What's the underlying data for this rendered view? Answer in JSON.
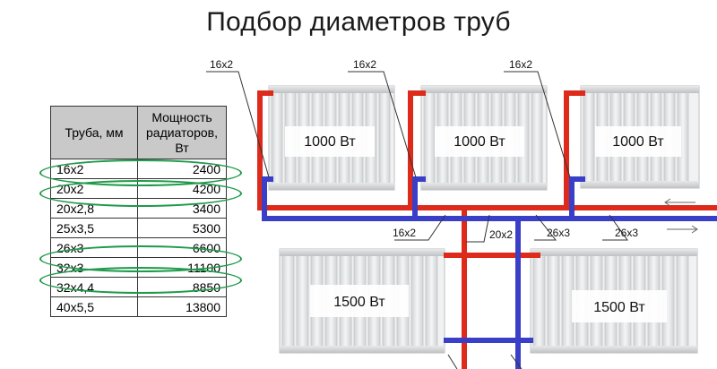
{
  "title": "Подбор диаметров труб",
  "table": {
    "headers": [
      "Труба, мм",
      "Мощность радиаторов, Вт"
    ],
    "rows": [
      {
        "pipe": "16х2",
        "power": "2400",
        "highlighted": true
      },
      {
        "pipe": "20х2",
        "power": "4200",
        "highlighted": true
      },
      {
        "pipe": "20х2,8",
        "power": "3400",
        "highlighted": false
      },
      {
        "pipe": "25х3,5",
        "power": "5300",
        "highlighted": false
      },
      {
        "pipe": "26х3",
        "power": "6600",
        "highlighted": true
      },
      {
        "pipe": "32х3",
        "power": "11100",
        "highlighted": true
      },
      {
        "pipe": "32х4,4",
        "power": "8850",
        "highlighted": false
      },
      {
        "pipe": "40х5,5",
        "power": "13800",
        "highlighted": false
      }
    ]
  },
  "diagram": {
    "radiators": {
      "top_left": "1000 Вт",
      "top_middle": "1000 Вт",
      "top_right": "1000 Вт",
      "bottom_left": "1500 Вт",
      "bottom_right": "1500 Вт"
    },
    "pipe_labels": {
      "top_left": "16х2",
      "top_middle": "16х2",
      "top_right": "16х2",
      "center_left": "16х2",
      "center": "20х2",
      "center_right": "26х3",
      "right": "26х3"
    },
    "colors": {
      "supply": "#dd2a1b",
      "return": "#3a3fc7",
      "highlight": "#1e9a4a",
      "table_header": "#c9c9c9"
    }
  }
}
